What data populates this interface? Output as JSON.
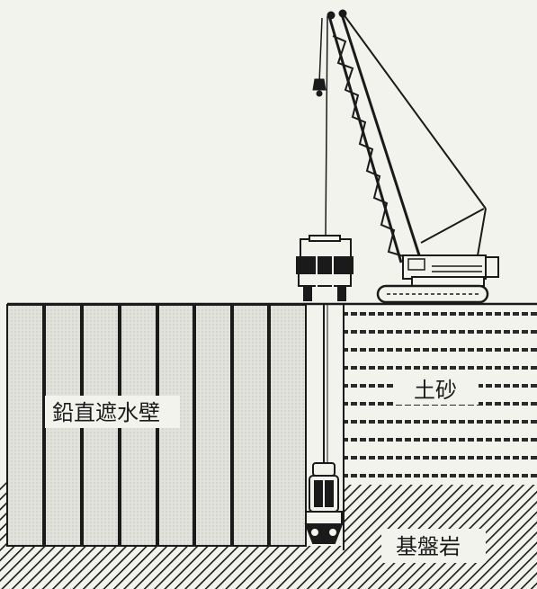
{
  "labels": {
    "wall": "鉛直遮水壁",
    "soil": "土砂",
    "bedrock": "基盤岩"
  },
  "colors": {
    "background": "#f3f3ee",
    "wall_fill": "#e2e2dc",
    "ink": "#1a1a1a",
    "hatch_light": "#555555"
  },
  "icons": [
    "crawler-crane-icon",
    "trench-cutter-icon",
    "cutter-head-icon"
  ]
}
